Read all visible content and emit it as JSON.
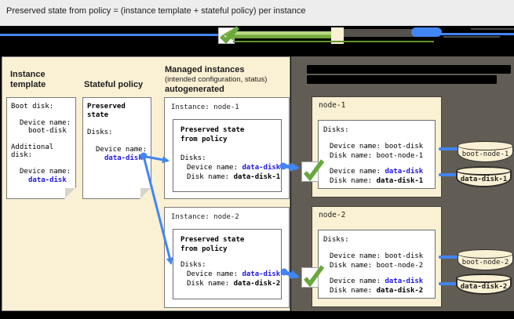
{
  "title": "Preserved state from policy = (instance template + stateful policy) per instance",
  "legend_icons": [
    "checkmark-icon",
    "green-arrow-icon",
    "document-icon",
    "gray-bar-icon",
    "instance-pill-icon"
  ],
  "colors": {
    "accent_blue": "#4285f4",
    "link_blue": "#2016e8",
    "check_green": "#68a83d",
    "cream": "#faf0d3",
    "panel_dark": "#615d55"
  },
  "left_panel": {
    "template_heading": "Instance template",
    "template_doc": {
      "boot_disk_label": "Boot disk:",
      "device_name_label_1": "Device name:",
      "boot_disk_value": "boot-disk",
      "additional_disk_line_1": "Additional",
      "additional_disk_line_2": "disk:",
      "device_name_label_2": "Device name:",
      "data_disk_value": "data-disk"
    },
    "policy_heading": "Stateful policy",
    "policy_doc": {
      "title_line_1": "Preserved",
      "title_line_2": "state",
      "disks_label": "Disks:",
      "device_name_label": "Device name:",
      "data_disk_value": "data-disk"
    },
    "managed_heading_1": "Managed instances",
    "managed_heading_2": "(intended configuration, status)",
    "managed_heading_3": "autogenerated",
    "instances": [
      {
        "title": "Instance: node-1",
        "preserved_line_1": "Preserved state",
        "preserved_line_2": "from policy",
        "disks_label": "Disks:",
        "device_label": "Device name: ",
        "device_value": "data-disk",
        "disk_label": "Disk name: ",
        "disk_value": "data-disk-1"
      },
      {
        "title": "Instance: node-2",
        "preserved_line_1": "Preserved state",
        "preserved_line_2": "from policy",
        "disks_label": "Disks:",
        "device_label": "Device name: ",
        "device_value": "data-disk",
        "disk_label": "Disk name: ",
        "disk_value": "data-disk-2"
      }
    ]
  },
  "vm_panel": {
    "nodes": [
      {
        "name": "node-1",
        "disks_label": "Disks:",
        "boot_device_label": "Device name: ",
        "boot_device_value": "boot-disk",
        "boot_disk_label": "Disk name: ",
        "boot_disk_value": "boot-node-1",
        "data_device_label": "Device name: ",
        "data_device_value": "data-disk",
        "data_disk_label": "Disk name: ",
        "data_disk_value": "data-disk-1",
        "cylinders": [
          "boot-node-1",
          "data-disk-1"
        ]
      },
      {
        "name": "node-2",
        "disks_label": "Disks:",
        "boot_device_label": "Device name: ",
        "boot_device_value": "boot-disk",
        "boot_disk_label": "Disk name: ",
        "boot_disk_value": "boot-node-2",
        "data_device_label": "Device name: ",
        "data_device_value": "data-disk",
        "data_disk_label": "Disk name: ",
        "data_disk_value": "data-disk-2",
        "cylinders": [
          "boot-node-2",
          "data-disk-2"
        ]
      }
    ]
  }
}
